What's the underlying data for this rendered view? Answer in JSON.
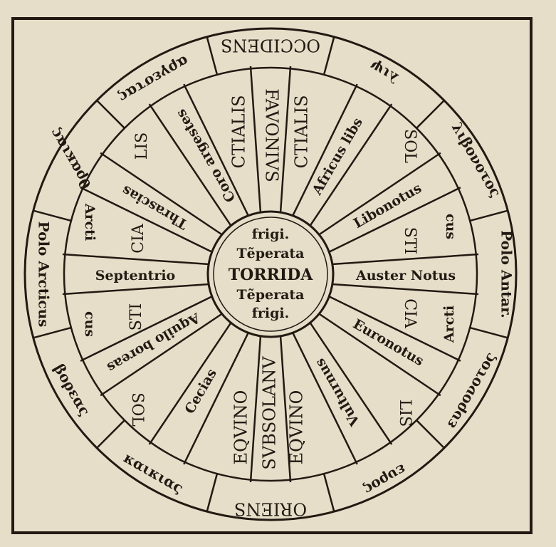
{
  "center": {
    "lines": [
      "frigi.",
      "Tẽperata",
      "TORRIDA",
      "Tẽperata",
      "frigi."
    ]
  },
  "spokes": [
    {
      "label": "Auster Notus"
    },
    {
      "label": "Euronotus"
    },
    {
      "label": "Vulturnus"
    },
    {
      "label": "SVBSOLANV"
    },
    {
      "label": "Cecias"
    },
    {
      "label": "Aquilo boreas"
    },
    {
      "label": "Septentrio"
    },
    {
      "label": "Thrascias"
    },
    {
      "label": "Coro argestes"
    },
    {
      "label": "FAVONIVS"
    },
    {
      "label": "Africus libs"
    },
    {
      "label": "Libonotus"
    }
  ],
  "ring": [
    {
      "label": "Polo Antar."
    },
    {
      "label": "ευρονοτος"
    },
    {
      "label": "ευρος"
    },
    {
      "label": "ORIENS"
    },
    {
      "label": "καικιας"
    },
    {
      "label": "βορεας"
    },
    {
      "label": "Polo Arcticus"
    },
    {
      "label": "θρακιας"
    },
    {
      "label": "αργεστας"
    },
    {
      "label": "OCCIDENS"
    },
    {
      "label": "λιψ"
    },
    {
      "label": "λιβονοτος"
    }
  ],
  "zones": {
    "occidentalis_left": "CTIALIS",
    "occidentalis_right": "CTIALIS",
    "equinox_left": "EQVINO",
    "equinox_right": "EQVINO",
    "solstice_tl_1": "LIS",
    "solstice_tl_2": "CIA",
    "solstice_bl_1": "STI",
    "solstice_bl_2": "SOL",
    "solstice_tr_1": "SOL",
    "solstice_tr_2": "STI",
    "solstice_br_1": "CIA",
    "solstice_br_2": "LIS",
    "arctic_l_1": "Arcti",
    "arctic_l_2": "cus",
    "arctic_r_1": "cus",
    "arctic_r_2": "Arcti"
  },
  "colors": {
    "paper": "#e6dec9",
    "ink": "#221a12"
  }
}
